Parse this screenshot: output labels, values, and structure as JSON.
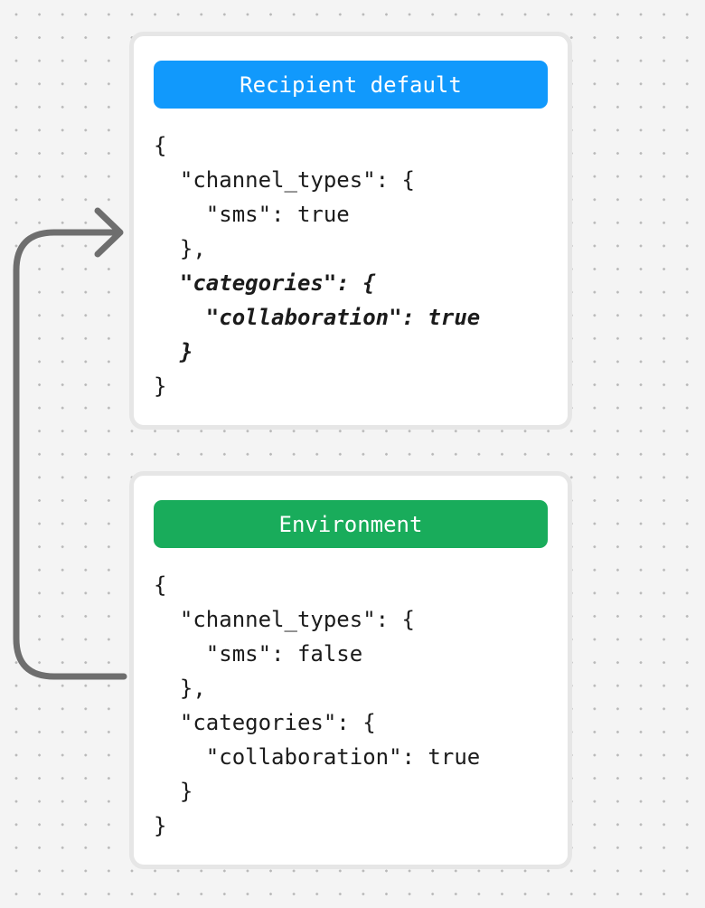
{
  "colors": {
    "background": "#f4f4f4",
    "dot_grid": "#b9b9b9",
    "card_border": "#e6e6e6",
    "card_background": "#ffffff",
    "recipient_header_background": "#1199fc",
    "environment_header_background": "#19ac5b",
    "header_text": "#ffffff",
    "code_text": "#1b1b1b",
    "arrow": "#6e6e6e"
  },
  "arrow": {
    "color": "#6e6e6e"
  },
  "cards": [
    {
      "title": "Recipient default",
      "header_color": "#1199fc",
      "lines": [
        {
          "text": "{",
          "style": "regular"
        },
        {
          "text": "  \"channel_types\": {",
          "style": "regular"
        },
        {
          "text": "    \"sms\": true",
          "style": "regular"
        },
        {
          "text": "  },",
          "style": "regular"
        },
        {
          "text": "  \"categories\": {",
          "style": "emphasis"
        },
        {
          "text": "    \"collaboration\": true",
          "style": "emphasis"
        },
        {
          "text": "  }",
          "style": "emphasis"
        },
        {
          "text": "}",
          "style": "regular"
        }
      ]
    },
    {
      "title": "Environment",
      "header_color": "#19ac5b",
      "lines": [
        {
          "text": "{",
          "style": "regular"
        },
        {
          "text": "  \"channel_types\": {",
          "style": "regular"
        },
        {
          "text": "    \"sms\": false",
          "style": "regular"
        },
        {
          "text": "  },",
          "style": "regular"
        },
        {
          "text": "  \"categories\": {",
          "style": "regular"
        },
        {
          "text": "    \"collaboration\": true",
          "style": "regular"
        },
        {
          "text": "  }",
          "style": "regular"
        },
        {
          "text": "}",
          "style": "regular"
        }
      ]
    }
  ]
}
